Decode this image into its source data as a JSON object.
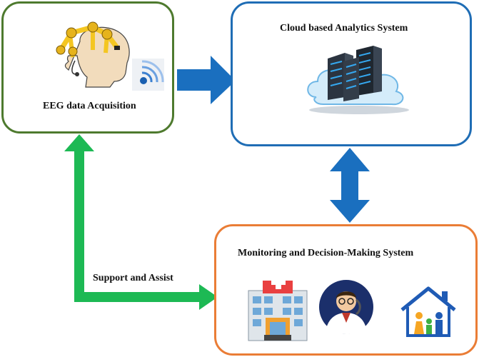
{
  "boxes": {
    "eeg": {
      "label": "EEG data Acquisition",
      "border_color": "#4e7a2e"
    },
    "cloud": {
      "label": "Cloud based Analytics System",
      "border_color": "#1f6db5"
    },
    "monitoring": {
      "label": "Monitoring and Decision-Making System",
      "border_color": "#ea7d36"
    }
  },
  "arrows": {
    "support": {
      "label": "Support and Assist",
      "color": "#1db954"
    },
    "data_flow_color": "#1a6fbf"
  },
  "icons": [
    "eeg-headset-icon",
    "wireless-signal-icon",
    "cloud-server-icon",
    "hospital-icon",
    "doctor-icon",
    "family-home-icon"
  ]
}
